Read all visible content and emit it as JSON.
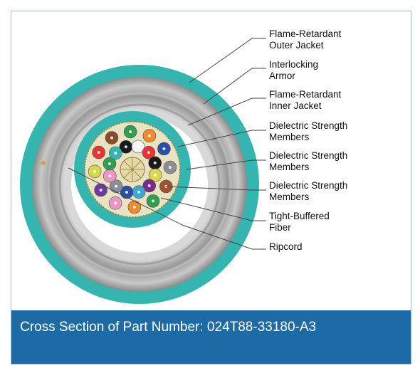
{
  "labels": {
    "outer_jacket": [
      "Flame-Retardant",
      "Outer Jacket"
    ],
    "armor": [
      "Interlocking",
      "Armor"
    ],
    "inner_jacket": [
      "Flame-Retardant",
      "Inner Jacket"
    ],
    "strength_1": [
      "Dielectric Strength",
      "Members"
    ],
    "strength_2": [
      "Dielectric Strength",
      "Members"
    ],
    "strength_3": [
      "Dielectric Strength",
      "Members"
    ],
    "fiber": [
      "Tight-Buffered",
      "Fiber"
    ],
    "ripcord": [
      "Ripcord"
    ]
  },
  "caption": "Cross Section of Part Number: 024T88-33180-A3",
  "colors": {
    "frame_border": "#9db8cf",
    "caption_bar": "#1c6aa6",
    "jacket_teal": "#35b5b0",
    "armor_gray": "#8f8f8f",
    "leader_line": "#444444"
  },
  "fibers": [
    {
      "color": "#8a4b2a"
    },
    {
      "color": "#2f9e4f"
    },
    {
      "color": "#f08a2c"
    },
    {
      "color": "#2b4fa8"
    },
    {
      "color": "#8a8f96"
    },
    {
      "color": "#a0522d"
    },
    {
      "color": "#2f9e4f"
    },
    {
      "color": "#f08a2c"
    },
    {
      "color": "#e996c4"
    },
    {
      "color": "#6a3aa0"
    },
    {
      "color": "#d8d84a"
    },
    {
      "color": "#e53535"
    },
    {
      "color": "#1a1a1a"
    },
    {
      "color": "#f5f5f5"
    },
    {
      "color": "#e53535"
    },
    {
      "color": "#1a1a1a"
    },
    {
      "color": "#d8d84a"
    },
    {
      "color": "#7a2a8a"
    },
    {
      "color": "#3aaad0"
    },
    {
      "color": "#2b4fa8"
    },
    {
      "color": "#8a8f96"
    },
    {
      "color": "#e996c4"
    },
    {
      "color": "#2f9e4f"
    },
    {
      "color": "#35b5b0"
    }
  ]
}
